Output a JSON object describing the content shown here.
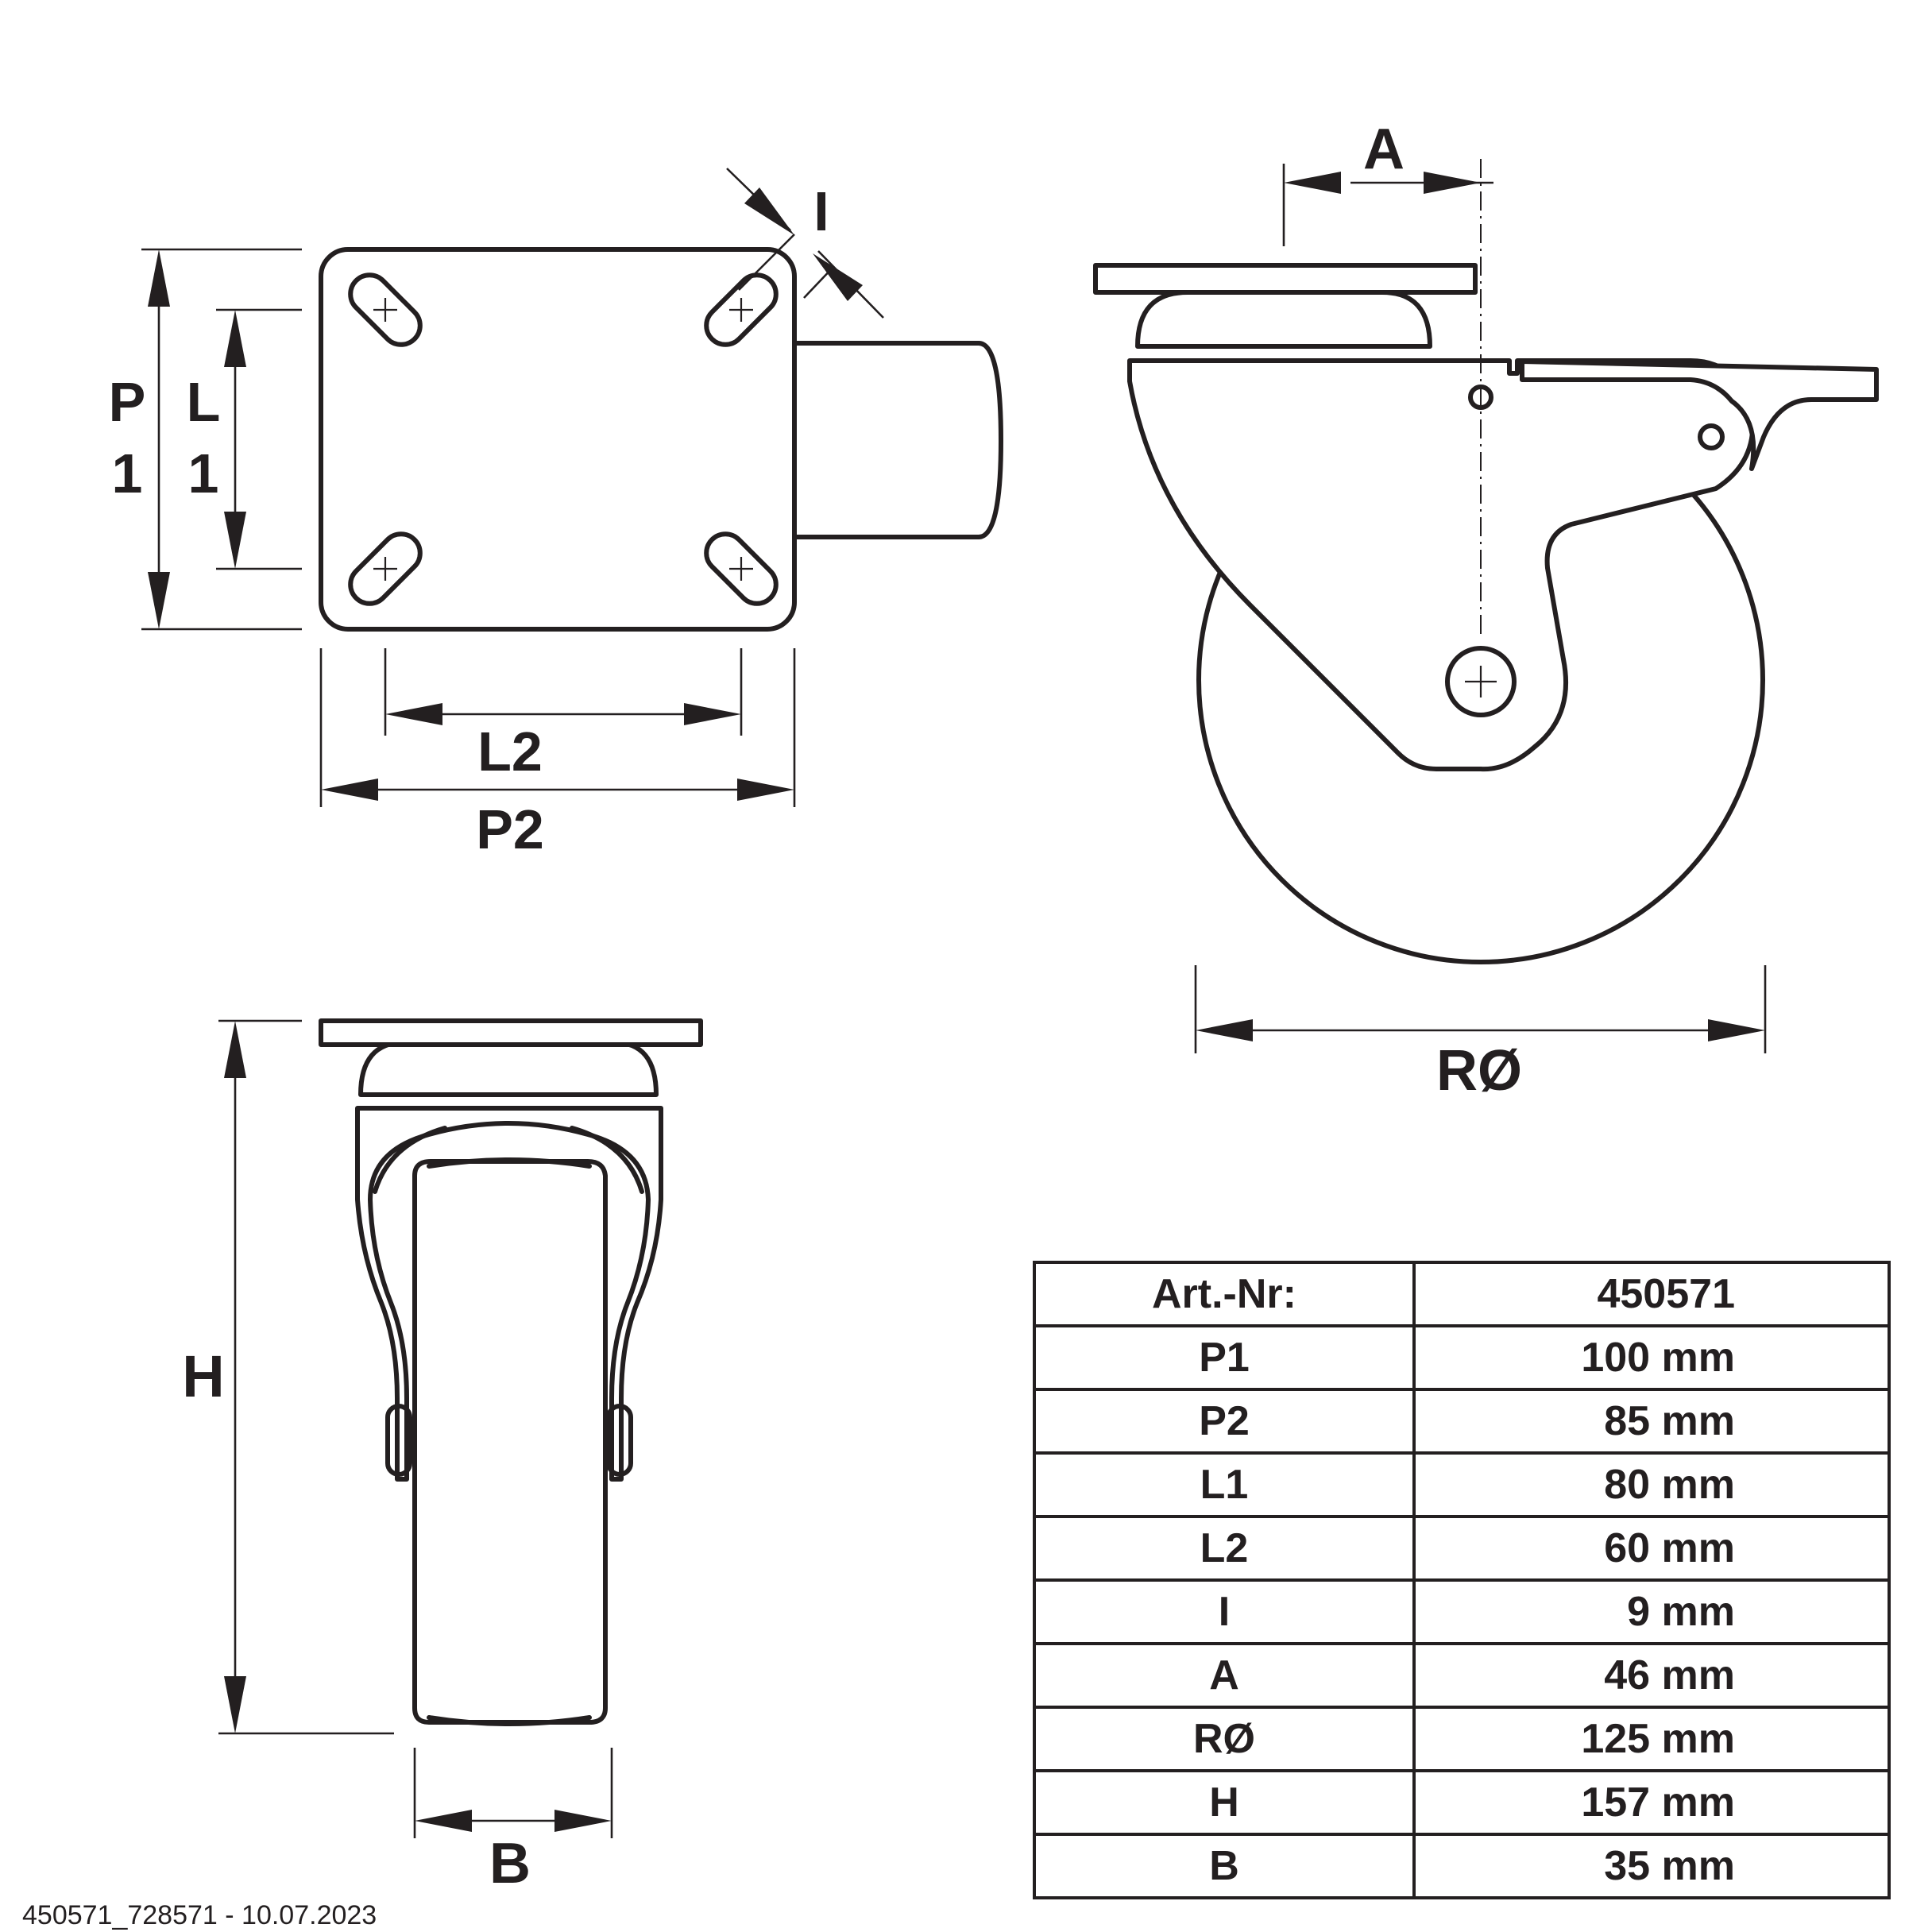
{
  "labels": {
    "p1_top": "P",
    "p1_bottom": "1",
    "l1_top": "L",
    "l1_bottom": "1",
    "l2": "L2",
    "p2": "P2",
    "i": "I",
    "a": "A",
    "r": "RØ",
    "h": "H",
    "b": "B"
  },
  "table": {
    "rows": [
      {
        "key": "Art.-Nr:",
        "value": "450571"
      },
      {
        "key": "P1",
        "value": "100 mm"
      },
      {
        "key": "P2",
        "value": "85 mm"
      },
      {
        "key": "L1",
        "value": "80 mm"
      },
      {
        "key": "L2",
        "value": "60 mm"
      },
      {
        "key": "I",
        "value": "9 mm"
      },
      {
        "key": "A",
        "value": "46 mm"
      },
      {
        "key": "RØ",
        "value": "125 mm"
      },
      {
        "key": "H",
        "value": "157 mm"
      },
      {
        "key": "B",
        "value": "35 mm"
      }
    ]
  },
  "footer": "450571_728571 - 10.07.2023"
}
